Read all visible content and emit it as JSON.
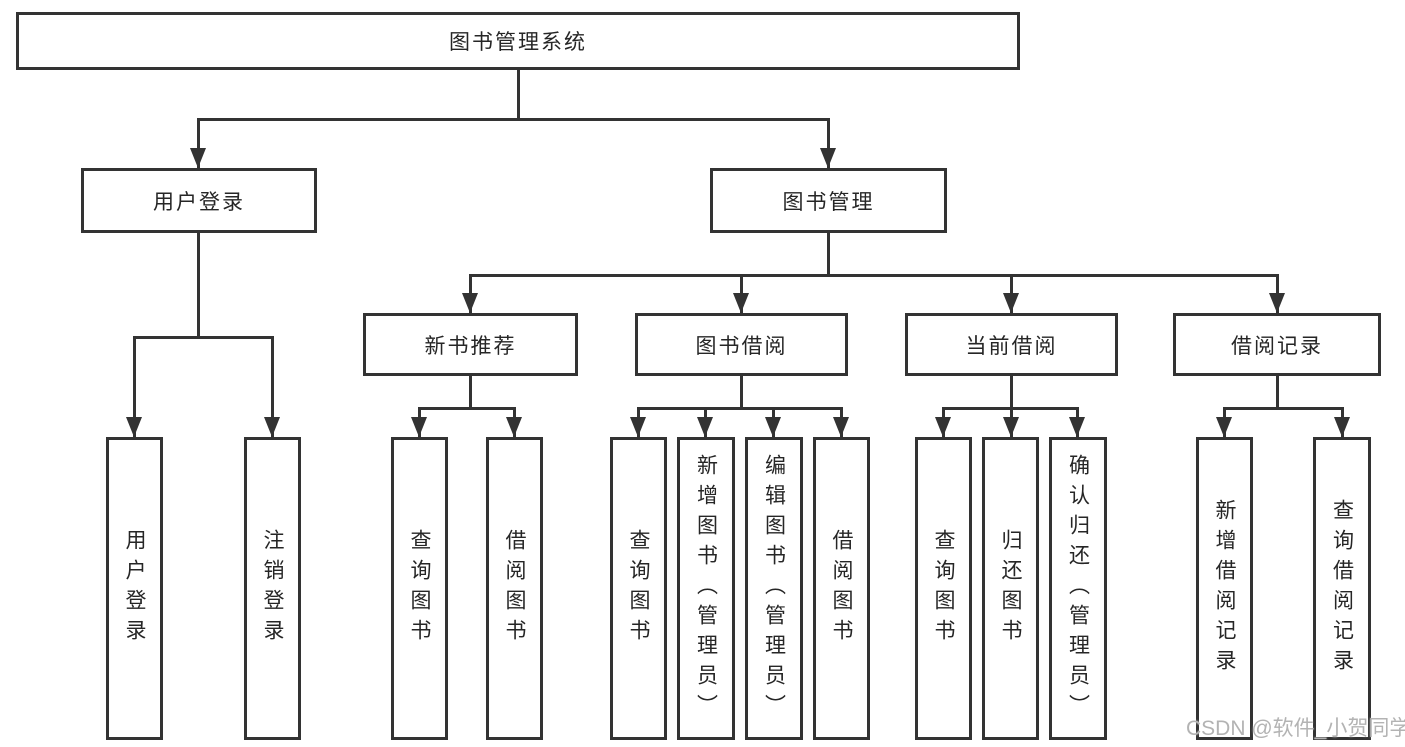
{
  "diagram": {
    "root_label": "图书管理系统",
    "login_branch": {
      "label": "用户登录",
      "children": [
        "用户登录",
        "注销登录"
      ]
    },
    "mgmt_branch": {
      "label": "图书管理",
      "modules": [
        {
          "label": "新书推荐",
          "children": [
            "查询图书",
            "借阅图书"
          ]
        },
        {
          "label": "图书借阅",
          "children": [
            "查询图书",
            "新增图书（管理员）",
            "编辑图书（管理员）",
            "借阅图书"
          ]
        },
        {
          "label": "当前借阅",
          "children": [
            "查询图书",
            "归还图书",
            "确认归还（管理员）"
          ]
        },
        {
          "label": "借阅记录",
          "children": [
            "新增借阅记录",
            "查询借阅记录"
          ]
        }
      ]
    }
  },
  "watermark": {
    "text": "CSDN @软件_小贺同学",
    "color": "#b3b3b3"
  },
  "colors": {
    "line": "#333333",
    "box_border": "#333333",
    "text": "#262626",
    "background": "#ffffff"
  }
}
